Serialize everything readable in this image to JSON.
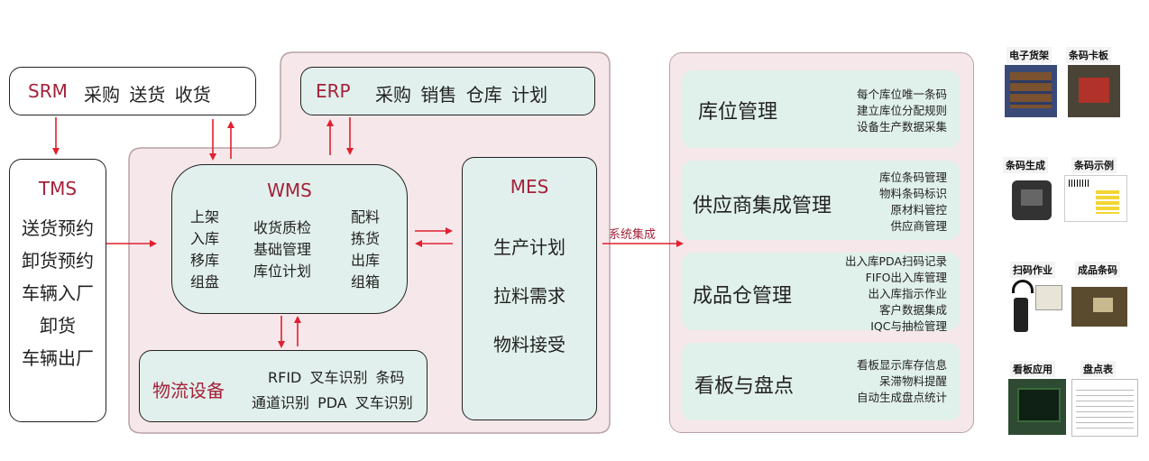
{
  "srm": {
    "name": "SRM",
    "items": "采购 送货 收货"
  },
  "erp": {
    "name": "ERP",
    "items": "采购 销售 仓库 计划"
  },
  "tms": {
    "name": "TMS",
    "items": [
      "送货预约",
      "卸货预约",
      "车辆入厂",
      "卸货",
      "车辆出厂"
    ]
  },
  "wms": {
    "name": "WMS",
    "col1": [
      "上架",
      "入库",
      "移库",
      "组盘"
    ],
    "col2": [
      "收货质检",
      "基础管理",
      "库位计划"
    ],
    "col3": [
      "配料",
      "拣货",
      "出库",
      "组箱"
    ]
  },
  "mes": {
    "name": "MES",
    "items": [
      "生产计划",
      "拉料需求",
      "物料接受"
    ]
  },
  "logistics": {
    "name": "物流设备",
    "line1": "RFID 叉车识别 条码",
    "line2": "通道识别 PDA 叉车识别"
  },
  "integration_label": "系统集成",
  "modules": [
    {
      "title": "库位管理",
      "desc": [
        "每个库位唯一条码",
        "建立库位分配规则",
        "设备生产数据采集"
      ]
    },
    {
      "title": "供应商集成管理",
      "desc": [
        "库位条码管理",
        "物料条码标识",
        "原材料管控",
        "供应商管理"
      ]
    },
    {
      "title": "成品仓管理",
      "desc": [
        "出入库PDA扫码记录",
        "FIFO出入库管理",
        "出入库指示作业",
        "客户数据集成",
        "IQC与抽检管理"
      ]
    },
    {
      "title": "看板与盘点",
      "desc": [
        "看板显示库存信息",
        "呆滞物料提醒",
        "自动生成盘点统计"
      ]
    }
  ],
  "thumbs": [
    "电子货架",
    "条码卡板",
    "条码生成",
    "条码示例",
    "扫码作业",
    "成品条码",
    "看板应用",
    "盘点表"
  ],
  "colors": {
    "accent": "#a4213a",
    "arrow": "#e0202f",
    "panel": "#f6e8ea",
    "card": "#e1f0ec"
  }
}
